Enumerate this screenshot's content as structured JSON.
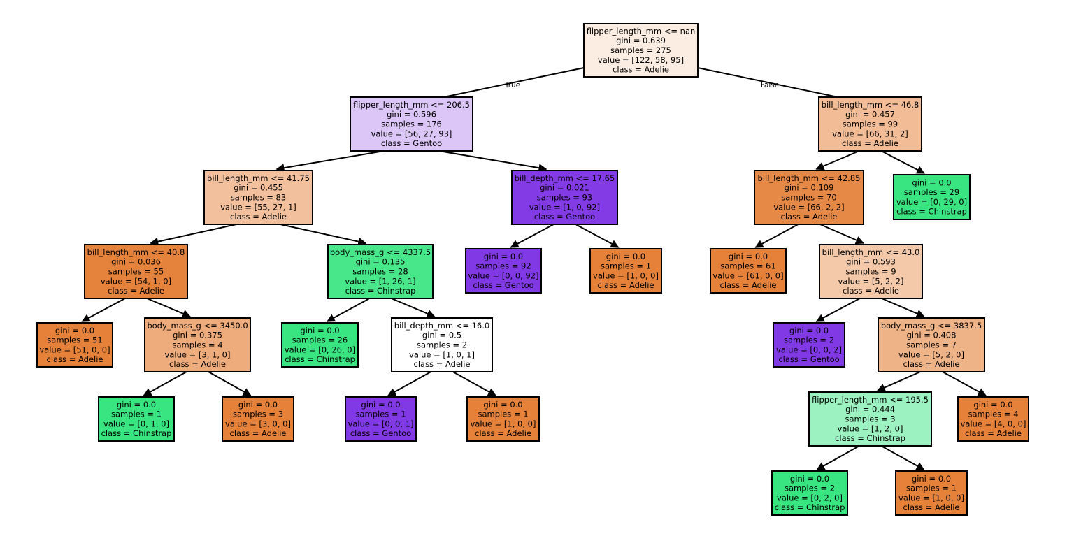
{
  "tree": {
    "edge_labels": {
      "true": "True",
      "false": "False"
    },
    "nodes": [
      {
        "id": "n0",
        "lines": [
          "flipper_length_mm <= nan",
          "gini = 0.639",
          "samples = 275",
          "value = [122, 58, 95]",
          "class = Adelie"
        ],
        "fill": "#fbede2"
      },
      {
        "id": "n1",
        "lines": [
          "flipper_length_mm <= 206.5",
          "gini = 0.596",
          "samples = 176",
          "value = [56, 27, 93]",
          "class = Gentoo"
        ],
        "fill": "#dbc6f7"
      },
      {
        "id": "n2",
        "lines": [
          "bill_length_mm <= 41.75",
          "gini = 0.455",
          "samples = 83",
          "value = [55, 27, 1]",
          "class = Adelie"
        ],
        "fill": "#f2c09c"
      },
      {
        "id": "n3",
        "lines": [
          "bill_length_mm <= 40.8",
          "gini = 0.036",
          "samples = 55",
          "value = [54, 1, 0]",
          "class = Adelie"
        ],
        "fill": "#e5833d"
      },
      {
        "id": "n4",
        "lines": [
          "gini = 0.0",
          "samples = 51",
          "value = [51, 0, 0]",
          "class = Adelie"
        ],
        "fill": "#e58139"
      },
      {
        "id": "n5",
        "lines": [
          "body_mass_g <= 3450.0",
          "gini = 0.375",
          "samples = 4",
          "value = [3, 1, 0]",
          "class = Adelie"
        ],
        "fill": "#eeab7b"
      },
      {
        "id": "n6",
        "lines": [
          "gini = 0.0",
          "samples = 1",
          "value = [0, 1, 0]",
          "class = Chinstrap"
        ],
        "fill": "#39e581"
      },
      {
        "id": "n7",
        "lines": [
          "gini = 0.0",
          "samples = 3",
          "value = [3, 0, 0]",
          "class = Adelie"
        ],
        "fill": "#e58139"
      },
      {
        "id": "n8",
        "lines": [
          "body_mass_g <= 4337.5",
          "gini = 0.135",
          "samples = 28",
          "value = [1, 26, 1]",
          "class = Chinstrap"
        ],
        "fill": "#47e78a"
      },
      {
        "id": "n9",
        "lines": [
          "gini = 0.0",
          "samples = 26",
          "value = [0, 26, 0]",
          "class = Chinstrap"
        ],
        "fill": "#39e581"
      },
      {
        "id": "n10",
        "lines": [
          "bill_depth_mm <= 16.0",
          "gini = 0.5",
          "samples = 2",
          "value = [1, 0, 1]",
          "class = Adelie"
        ],
        "fill": "#ffffff"
      },
      {
        "id": "n11",
        "lines": [
          "gini = 0.0",
          "samples = 1",
          "value = [0, 0, 1]",
          "class = Gentoo"
        ],
        "fill": "#8139e5"
      },
      {
        "id": "n12",
        "lines": [
          "gini = 0.0",
          "samples = 1",
          "value = [1, 0, 0]",
          "class = Adelie"
        ],
        "fill": "#e58139"
      },
      {
        "id": "n13",
        "lines": [
          "bill_depth_mm <= 17.65",
          "gini = 0.021",
          "samples = 93",
          "value = [1, 0, 92]",
          "class = Gentoo"
        ],
        "fill": "#833be5"
      },
      {
        "id": "n14",
        "lines": [
          "gini = 0.0",
          "samples = 92",
          "value = [0, 0, 92]",
          "class = Gentoo"
        ],
        "fill": "#8139e5"
      },
      {
        "id": "n15",
        "lines": [
          "gini = 0.0",
          "samples = 1",
          "value = [1, 0, 0]",
          "class = Adelie"
        ],
        "fill": "#e58139"
      },
      {
        "id": "n16",
        "lines": [
          "bill_length_mm <= 46.8",
          "gini = 0.457",
          "samples = 99",
          "value = [66, 31, 2]",
          "class = Adelie"
        ],
        "fill": "#f1bc96"
      },
      {
        "id": "n17",
        "lines": [
          "bill_length_mm <= 42.85",
          "gini = 0.109",
          "samples = 70",
          "value = [66, 2, 2]",
          "class = Adelie"
        ],
        "fill": "#e78946"
      },
      {
        "id": "n18",
        "lines": [
          "gini = 0.0",
          "samples = 61",
          "value = [61, 0, 0]",
          "class = Adelie"
        ],
        "fill": "#e58139"
      },
      {
        "id": "n19",
        "lines": [
          "bill_length_mm <= 43.0",
          "gini = 0.593",
          "samples = 9",
          "value = [5, 2, 2]",
          "class = Adelie"
        ],
        "fill": "#f4c9aa"
      },
      {
        "id": "n20",
        "lines": [
          "gini = 0.0",
          "samples = 2",
          "value = [0, 0, 2]",
          "class = Gentoo"
        ],
        "fill": "#8139e5"
      },
      {
        "id": "n21",
        "lines": [
          "body_mass_g <= 3837.5",
          "gini = 0.408",
          "samples = 7",
          "value = [5, 2, 0]",
          "class = Adelie"
        ],
        "fill": "#efb388"
      },
      {
        "id": "n22",
        "lines": [
          "flipper_length_mm <= 195.5",
          "gini = 0.444",
          "samples = 3",
          "value = [1, 2, 0]",
          "class = Chinstrap"
        ],
        "fill": "#9cf2c0"
      },
      {
        "id": "n23",
        "lines": [
          "gini = 0.0",
          "samples = 2",
          "value = [0, 2, 0]",
          "class = Chinstrap"
        ],
        "fill": "#39e581"
      },
      {
        "id": "n24",
        "lines": [
          "gini = 0.0",
          "samples = 1",
          "value = [1, 0, 0]",
          "class = Adelie"
        ],
        "fill": "#e58139"
      },
      {
        "id": "n25",
        "lines": [
          "gini = 0.0",
          "samples = 4",
          "value = [4, 0, 0]",
          "class = Adelie"
        ],
        "fill": "#e58139"
      },
      {
        "id": "n26",
        "lines": [
          "gini = 0.0",
          "samples = 29",
          "value = [0, 29, 0]",
          "class = Chinstrap"
        ],
        "fill": "#39e581"
      }
    ],
    "edges": [
      {
        "from": "n0",
        "to": "n1"
      },
      {
        "from": "n0",
        "to": "n16"
      },
      {
        "from": "n1",
        "to": "n2"
      },
      {
        "from": "n1",
        "to": "n13"
      },
      {
        "from": "n2",
        "to": "n3"
      },
      {
        "from": "n2",
        "to": "n8"
      },
      {
        "from": "n3",
        "to": "n4"
      },
      {
        "from": "n3",
        "to": "n5"
      },
      {
        "from": "n5",
        "to": "n6"
      },
      {
        "from": "n5",
        "to": "n7"
      },
      {
        "from": "n8",
        "to": "n9"
      },
      {
        "from": "n8",
        "to": "n10"
      },
      {
        "from": "n10",
        "to": "n11"
      },
      {
        "from": "n10",
        "to": "n12"
      },
      {
        "from": "n13",
        "to": "n14"
      },
      {
        "from": "n13",
        "to": "n15"
      },
      {
        "from": "n16",
        "to": "n17"
      },
      {
        "from": "n16",
        "to": "n26"
      },
      {
        "from": "n17",
        "to": "n18"
      },
      {
        "from": "n17",
        "to": "n19"
      },
      {
        "from": "n19",
        "to": "n20"
      },
      {
        "from": "n19",
        "to": "n21"
      },
      {
        "from": "n21",
        "to": "n22"
      },
      {
        "from": "n21",
        "to": "n25"
      },
      {
        "from": "n22",
        "to": "n23"
      },
      {
        "from": "n22",
        "to": "n24"
      }
    ]
  }
}
